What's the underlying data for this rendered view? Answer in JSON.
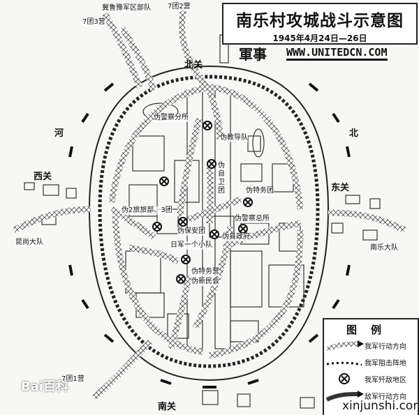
{
  "title": "南乐村攻城战斗示意图",
  "date": "1945年4月24日—26日",
  "brand": "軍事",
  "url": "WWW.UNITEDCN.COM",
  "directions": {
    "north_gate": "北关",
    "river_north_1": "河",
    "river_north_2": "北",
    "west_gate": "西关",
    "east_gate": "东关",
    "south_gate": "南关"
  },
  "units": {
    "jiluyu": "冀鲁豫军区部队",
    "r7b2": "7团2营",
    "r7b3": "7团3营",
    "r7b1": "7团1营",
    "kunshang": "昆尚大队",
    "nanle": "南乐大队"
  },
  "enemy": {
    "police_branch": "伪警察分所",
    "training": "伪教导队",
    "self_defense": "伪自卫团",
    "special_reg": "伪特务团",
    "brigade2": "伪2旅旅部、3团",
    "police_hq": "伪警察总所",
    "security": "伪保安团",
    "county_gov": "伪县政府",
    "japanese": "日军一个小队",
    "special_bat": "伪特务营",
    "xinmin": "伪新民会"
  },
  "legend": {
    "title": "图例",
    "items": [
      "我军行动方向",
      "我军阻击阵地",
      "我军歼敌地区",
      "敌军行动方向"
    ]
  },
  "watermarks": {
    "baidu": "Bai百科",
    "xinjunshi": "xinjunshi.com"
  }
}
